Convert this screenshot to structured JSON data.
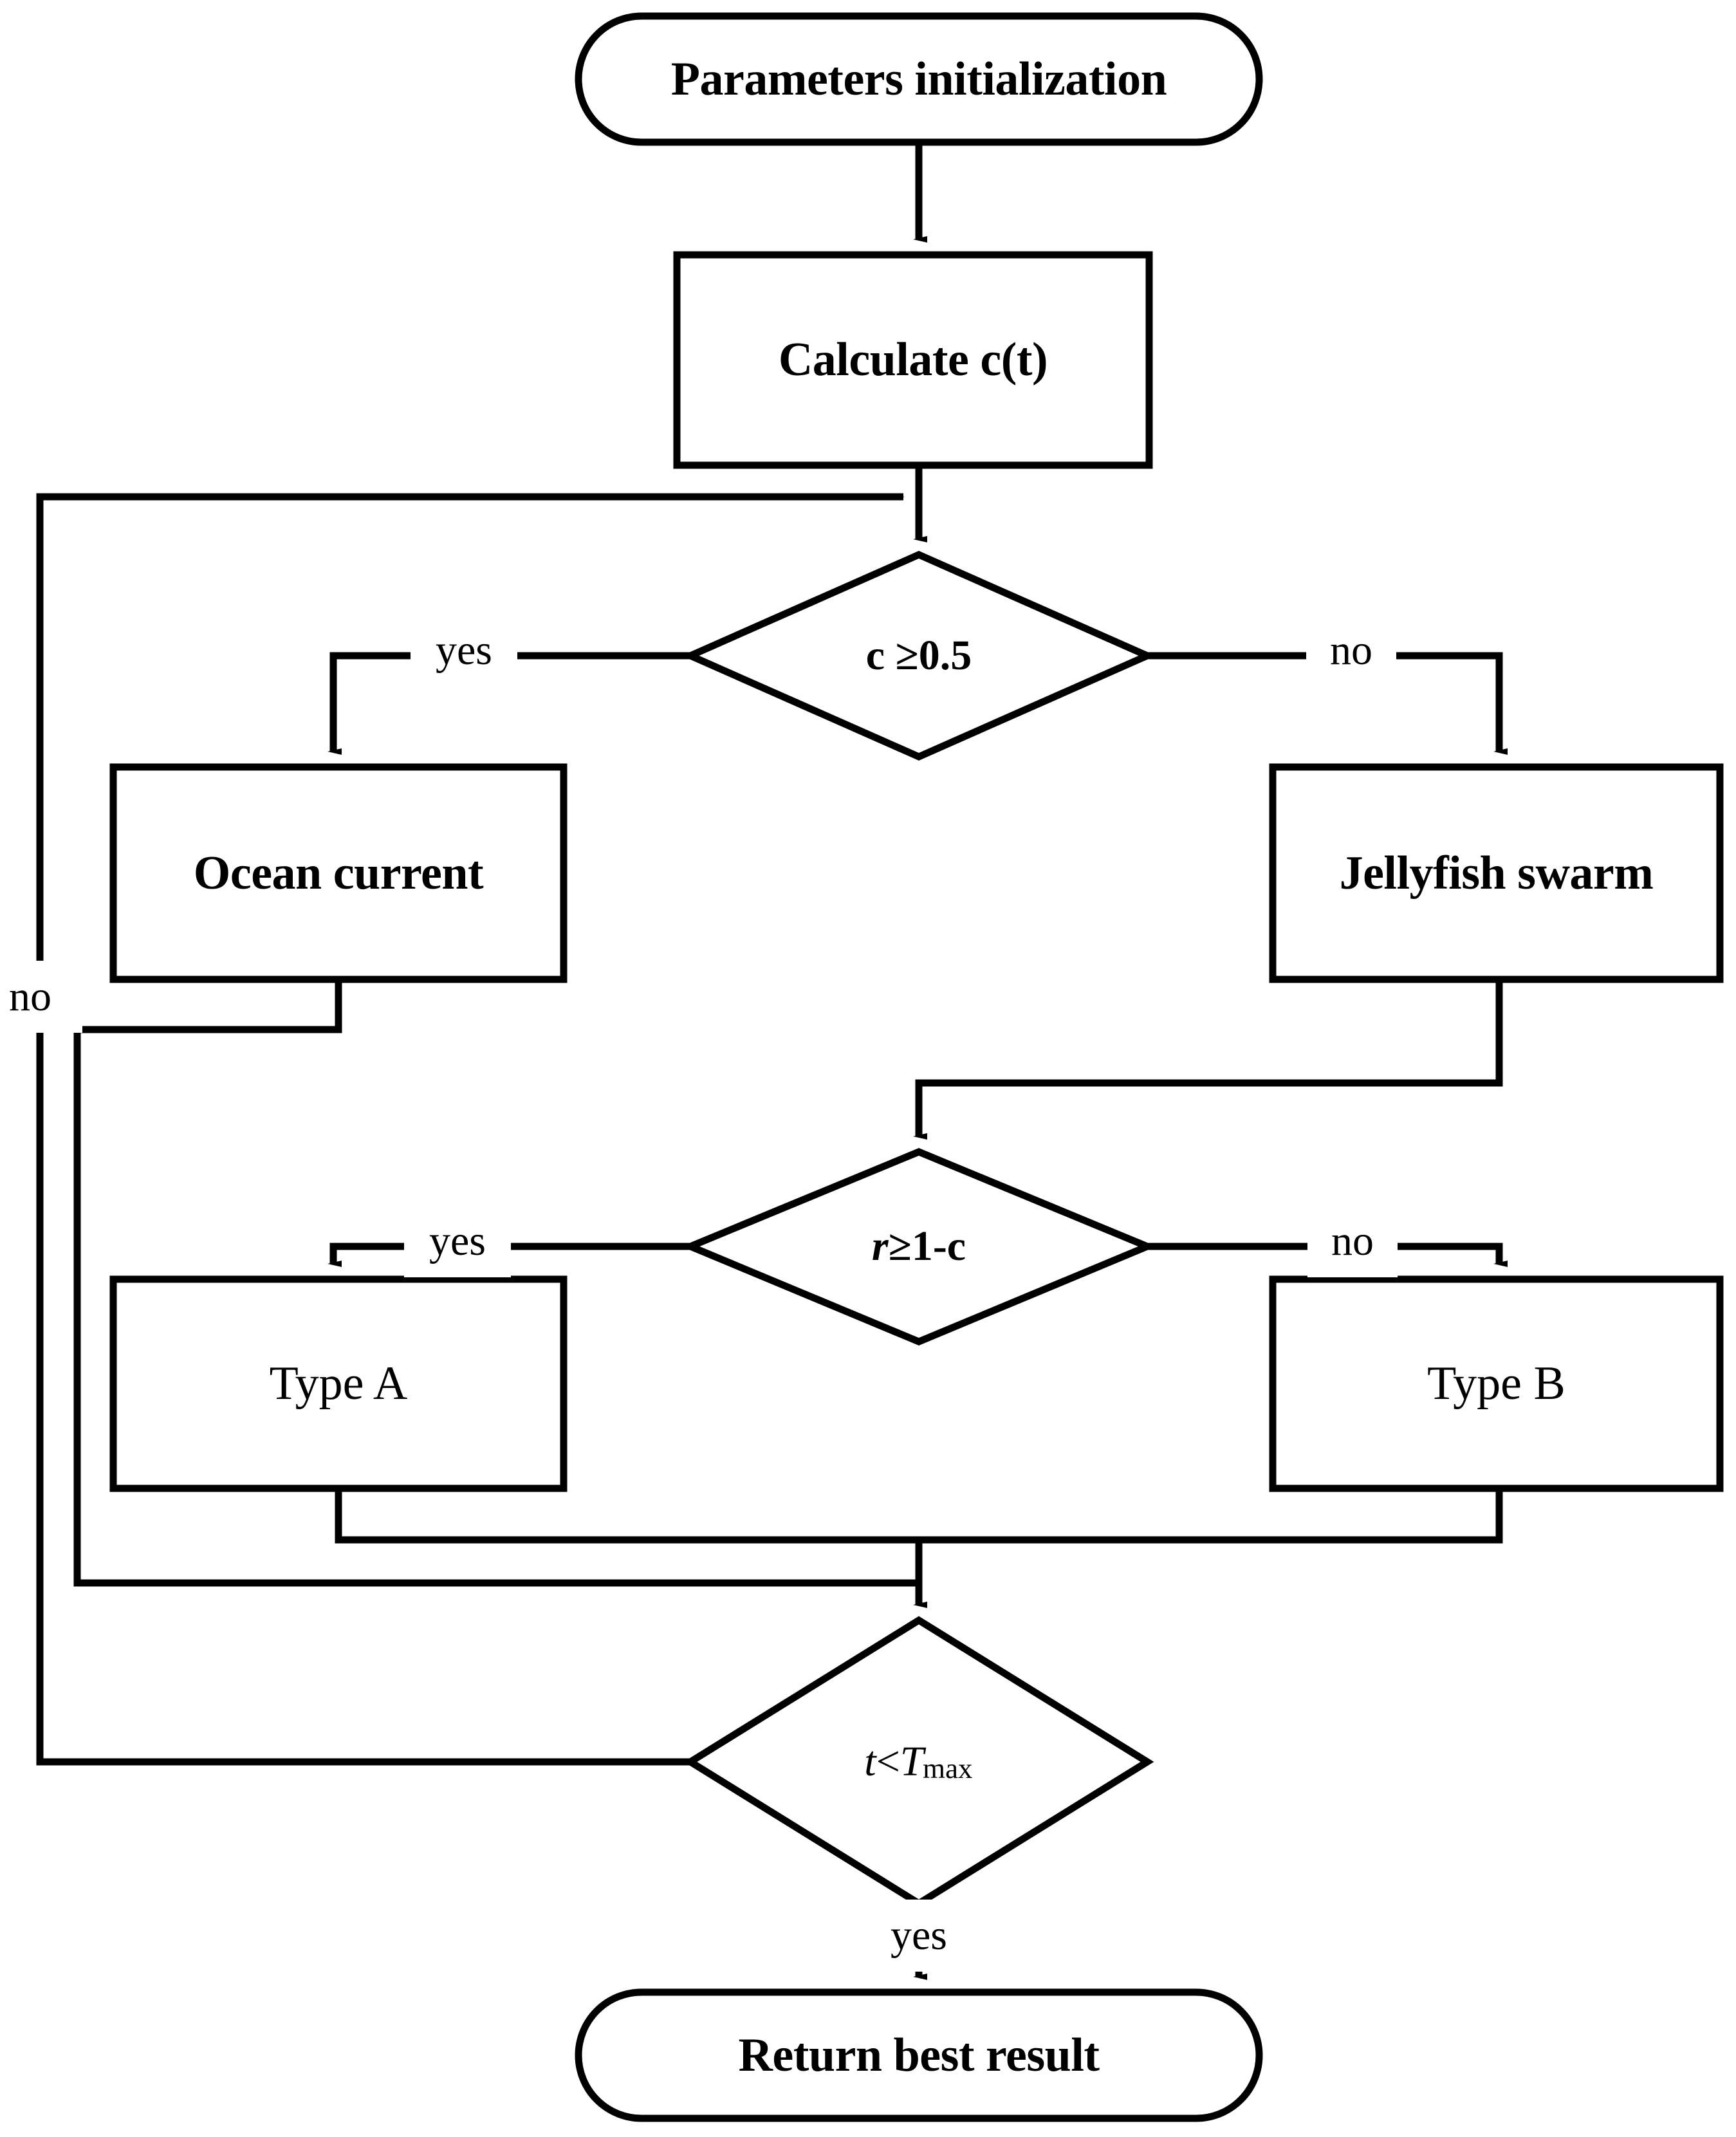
{
  "diagram": {
    "title": "Jellyfish Search optimization algorithm flowchart",
    "type": "flowchart",
    "line_color": "#000000",
    "background_color": "#ffffff",
    "text_color": "#000000"
  },
  "nodes": {
    "start": {
      "label": "Parameters initialization",
      "shape": "terminator"
    },
    "calc_c": {
      "label": "Calculate c(t)",
      "shape": "process"
    },
    "decision_c": {
      "label": "c ≥0.5",
      "shape": "decision"
    },
    "ocean_current": {
      "label": "Ocean current",
      "shape": "process"
    },
    "jellyfish_swarm": {
      "label": "Jellyfish swarm",
      "shape": "process"
    },
    "decision_r": {
      "label_italic": "r",
      "label_rest": " ≥1-c",
      "shape": "decision"
    },
    "type_a": {
      "label": "Type A",
      "shape": "process"
    },
    "type_b": {
      "label": "Type B",
      "shape": "process"
    },
    "decision_t": {
      "label_italic_1": "t",
      "label_op": " <",
      "label_italic_2": "T",
      "label_sub": "max",
      "shape": "decision"
    },
    "end": {
      "label": "Return best result",
      "shape": "terminator"
    }
  },
  "edge_labels": {
    "c_yes": "yes",
    "c_no": "no",
    "r_yes": "yes",
    "r_no": "no",
    "t_no": "no",
    "t_yes": "yes"
  }
}
